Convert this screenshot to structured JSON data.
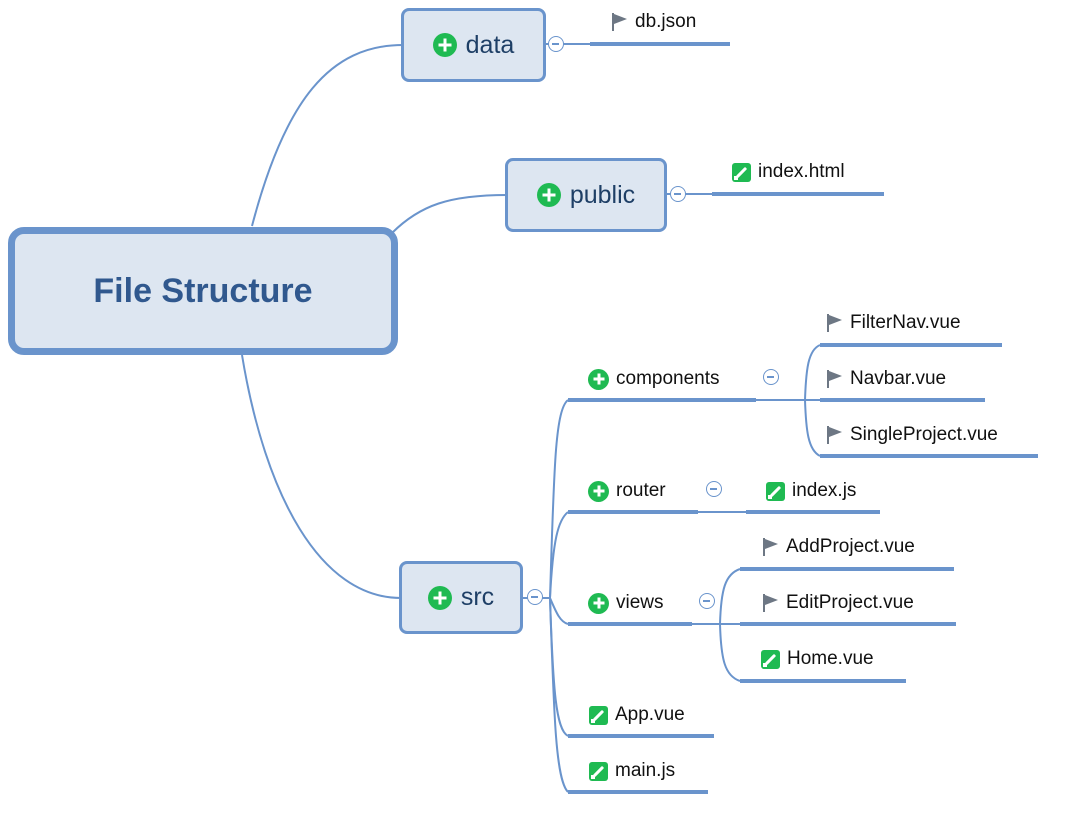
{
  "root": {
    "label": "File Structure"
  },
  "branches": {
    "data": {
      "label": "data",
      "children": [
        "db.json"
      ]
    },
    "public": {
      "label": "public",
      "children": [
        "index.html"
      ]
    },
    "src": {
      "label": "src",
      "children": {
        "components": {
          "label": "components",
          "children": [
            "FilterNav.vue",
            "Navbar.vue",
            "SingleProject.vue"
          ]
        },
        "router": {
          "label": "router",
          "children": [
            "index.js"
          ]
        },
        "views": {
          "label": "views",
          "children": [
            "AddProject.vue",
            "EditProject.vue",
            "Home.vue"
          ]
        },
        "app_vue": "App.vue",
        "main_js": "main.js"
      }
    }
  },
  "colors": {
    "line": "#6a94cc",
    "node_fill": "#dde6f1",
    "root_text": "#30588e",
    "icon_green": "#1fba52",
    "flag_gray": "#6d7784"
  },
  "icons": {
    "expand": "plus-circle-icon",
    "collapse": "minus-circle-icon",
    "file": "pencil-icon",
    "marker": "flag-icon"
  }
}
